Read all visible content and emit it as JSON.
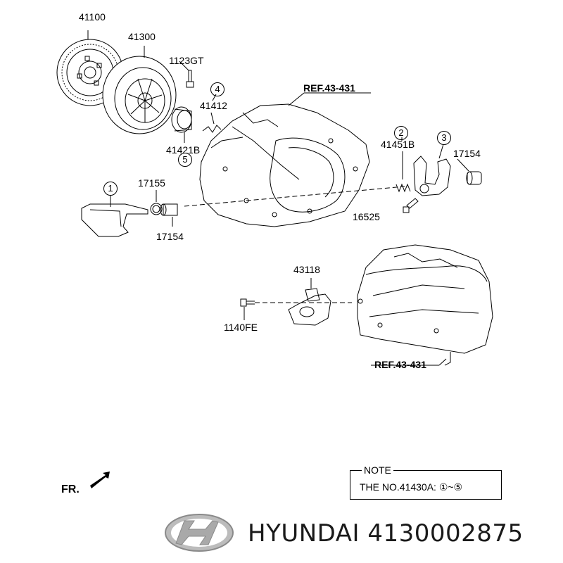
{
  "parts": {
    "p41100": "41100",
    "p41300": "41300",
    "p1123GT": "1123GT",
    "p41412": "41412",
    "p41421B": "41421B",
    "p41451B": "41451B",
    "p17154_right": "17154",
    "p17155": "17155",
    "p17154_left": "17154",
    "p16525": "16525",
    "p43118": "43118",
    "p1140FE": "1140FE"
  },
  "refs": {
    "top": "REF.43-431",
    "bottom": "REF.43-431"
  },
  "callouts": {
    "c1": "1",
    "c2": "2",
    "c3": "3",
    "c4": "4",
    "c5": "5"
  },
  "note": {
    "title": "NOTE",
    "text": "THE NO.41430A: ①~⑤"
  },
  "front_marker": "FR.",
  "brand_caption": "HYUNDAI 4130002875",
  "logo": "hyundai-logo-icon"
}
